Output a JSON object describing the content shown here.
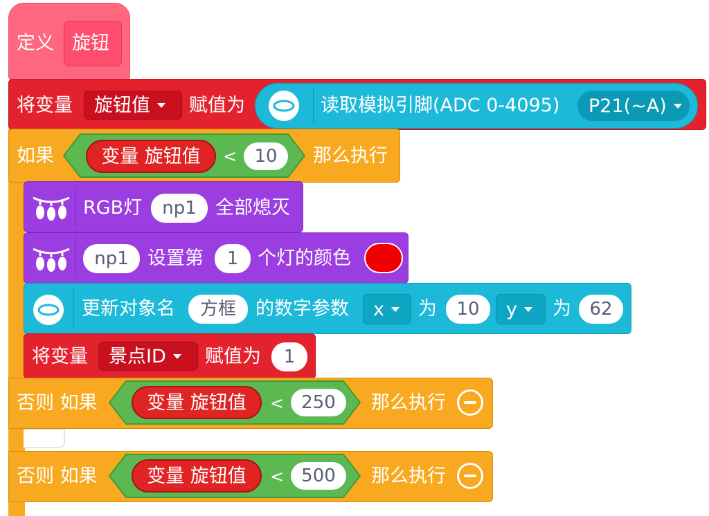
{
  "define": {
    "keyword": "定义",
    "name": "旋钮"
  },
  "set1": {
    "prefix": "将变量",
    "var": "旋钮值",
    "assign": "赋值为",
    "reader_label": "读取模拟引脚(ADC 0-4095)",
    "pin": "P21(~A)"
  },
  "if1": {
    "if_label": "如果",
    "var_word": "变量 旋钮值",
    "op": "<",
    "value": "10",
    "then": "那么执行"
  },
  "rgb_off": {
    "label": "RGB灯",
    "strip": "np1",
    "suffix": "全部熄灭"
  },
  "rgb_set": {
    "strip": "np1",
    "set_nth": "设置第",
    "index": "1",
    "suffix": "个灯的颜色",
    "color": "#f00000"
  },
  "update": {
    "label": "更新对象名",
    "object": "方框",
    "mid": "的数字参数",
    "param1": "x",
    "for1": "为",
    "val1": "10",
    "param2": "y",
    "for2": "为",
    "val2": "62"
  },
  "set2": {
    "prefix": "将变量",
    "var": "景点ID",
    "assign": "赋值为",
    "value": "1"
  },
  "elif1": {
    "label": "否则 如果",
    "var_word": "变量 旋钮值",
    "op": "<",
    "value": "250",
    "then": "那么执行"
  },
  "elif2": {
    "label": "否则 如果",
    "var_word": "变量 旋钮值",
    "op": "<",
    "value": "500",
    "then": "那么执行"
  },
  "colors": {
    "define_hat": "#ff6680",
    "variables": "#e4222e",
    "control": "#f8a91f",
    "operators": "#5cb850",
    "neopixel": "#9b3de0",
    "sensing": "#1cb9d9"
  }
}
